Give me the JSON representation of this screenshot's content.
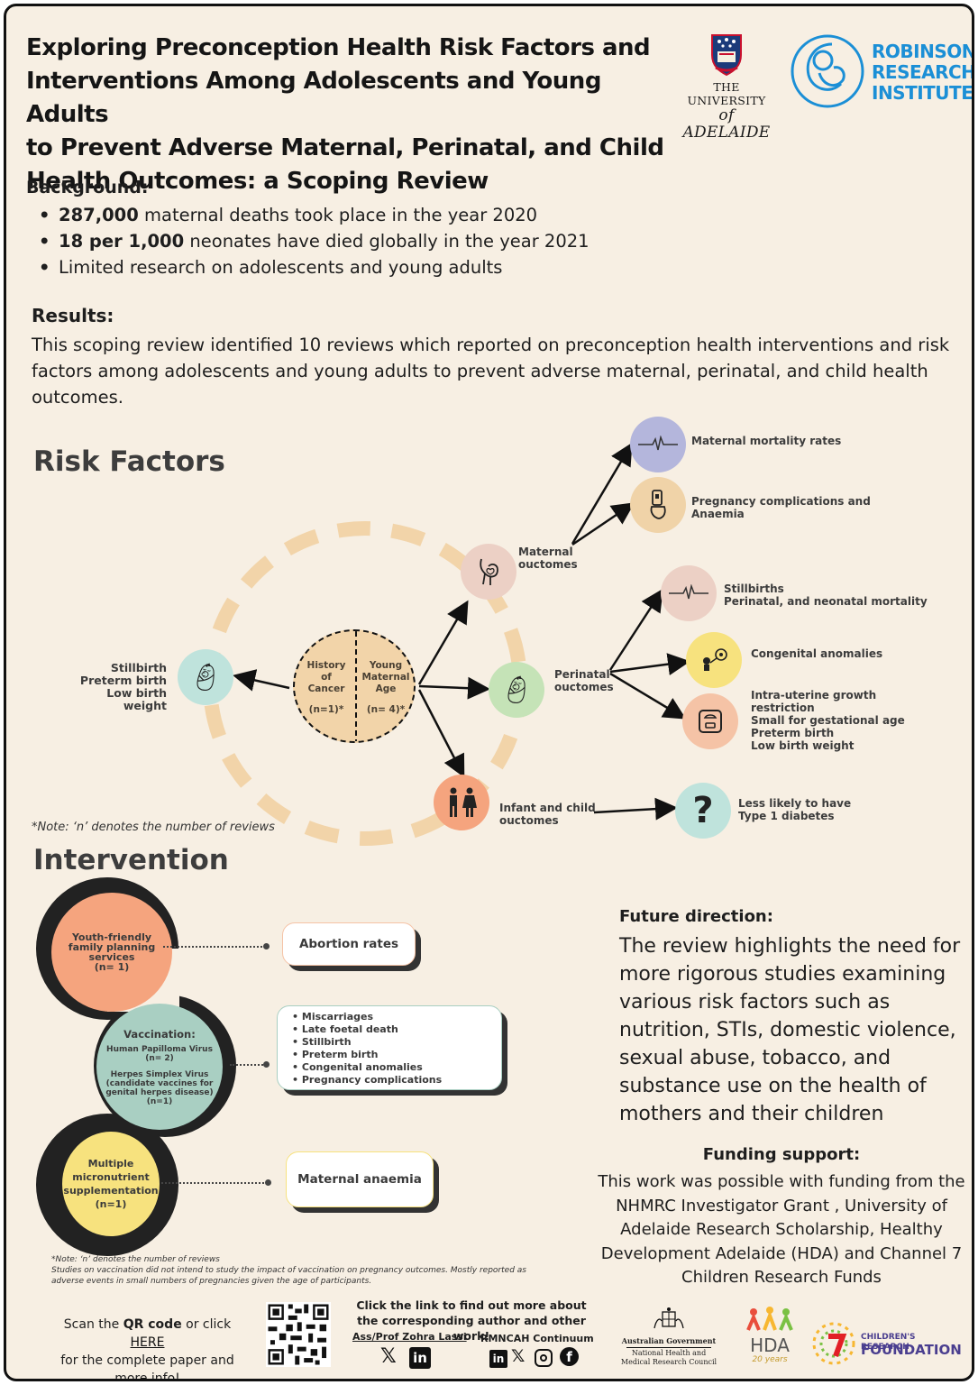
{
  "header": {
    "title_lines": [
      "Exploring Preconception Health Risk Factors and",
      "Interventions Among Adolescents and Young Adults",
      "to Prevent Adverse Maternal, Perinatal, and Child",
      "Health Outcomes: a Scoping Review"
    ],
    "uoa_line1": "THE UNIVERSITY",
    "uoa_line2": "of ADELAIDE",
    "rri_lines": [
      "ROBINSON",
      "RESEARCH",
      "INSTITUTE"
    ]
  },
  "background": {
    "heading": "Background:",
    "items": [
      {
        "bold": "287,000",
        "rest": " maternal deaths took place in the year 2020"
      },
      {
        "bold": "18 per 1,000",
        "rest": " neonates have died globally in the year 2021"
      },
      {
        "bold": "",
        "rest": "Limited research on adolescents and young adults"
      }
    ]
  },
  "results": {
    "heading": "Results:",
    "text": "This scoping review identified 10 reviews which reported on preconception health interventions and risk factors among adolescents and young adults to prevent adverse maternal, perinatal, and child health outcomes."
  },
  "risk": {
    "heading": "Risk Factors",
    "center_left": {
      "line1": "History",
      "line2": "of",
      "line3": "Cancer",
      "n": "(n=1)*"
    },
    "center_right": {
      "line1": "Young",
      "line2": "Maternal",
      "line3": "Age",
      "n": "(n= 4)*"
    },
    "left_outcomes": [
      "Stillbirth",
      "Preterm birth",
      "Low birth weight"
    ],
    "maternal_label": [
      "Maternal",
      "ouctomes"
    ],
    "perinatal_label": [
      "Perinatal",
      "ouctomes"
    ],
    "infant_label": [
      "Infant and child",
      "ouctomes"
    ],
    "maternal_results": [
      {
        "lines": [
          "Maternal mortality rates"
        ],
        "icon": "heartbeat-icon",
        "color": "#b4b6dc"
      },
      {
        "lines": [
          "Pregnancy complications and",
          "Anaemia"
        ],
        "icon": "pregnancy-test-icon",
        "color": "#f0d3a8"
      }
    ],
    "perinatal_results": [
      {
        "lines": [
          "Stillbirths",
          "Perinatal, and neonatal mortality"
        ],
        "icon": "heartbeat-icon",
        "color": "#ecd0c5"
      },
      {
        "lines": [
          "Congenital anomalies"
        ],
        "icon": "baby-anomaly-icon",
        "color": "#f7e27e"
      },
      {
        "lines": [
          "Intra-uterine growth",
          "restriction",
          "Small for gestational age",
          "Preterm birth",
          "Low birth weight"
        ],
        "icon": "scale-icon",
        "color": "#f5c3a6"
      }
    ],
    "infant_results": [
      {
        "lines": [
          "Less likely to have",
          "Type 1 diabetes"
        ],
        "icon": "question-icon",
        "color": "#bfe3dc"
      }
    ],
    "note": "*Note: ‘n’ denotes the number of reviews"
  },
  "intervention": {
    "heading": "Intervention",
    "items": [
      {
        "label_lines": [
          "Youth-friendly",
          "family planning",
          "services",
          "(n= 1)"
        ],
        "color": "#f5a47e",
        "outcome": "Abortion rates"
      },
      {
        "label_title": "Vaccination:",
        "label_lines": [
          "Human Papilloma Virus",
          "(n= 2)",
          "",
          "Herpes Simplex Virus",
          "(candidate vaccines for",
          "genital herpes disease)",
          "(n=1)"
        ],
        "color": "#a9cfc2",
        "outcomes": [
          "Miscarriages",
          "Late foetal death",
          "Stillbirth",
          "Preterm birth",
          "Congenital anomalies",
          "Pregnancy complications"
        ]
      },
      {
        "label_lines": [
          "Multiple",
          "micronutrient",
          "supplementation",
          "(n=1)"
        ],
        "color": "#f7e27e",
        "outcome": "Maternal anaemia"
      }
    ],
    "note_lines": [
      "*Note: ‘n’ denotes the number of reviews",
      "Studies on vaccination did not intend to study the impact of vaccination on pregnancy outcomes. Mostly reported as adverse events in small numbers of pregnancies given the age of participants."
    ]
  },
  "future": {
    "heading": "Future direction:",
    "text": "The review highlights the need for more rigorous studies examining various risk factors such as nutrition, STIs, domestic violence, sexual abuse, tobacco, and substance use on the health of mothers and their children"
  },
  "funding": {
    "heading": "Funding support:",
    "text": "This work was possible with funding from the NHMRC Investigator Grant , University of Adelaide Research Scholarship, Healthy Development Adelaide (HDA) and Channel 7 Children Research Funds"
  },
  "footer": {
    "scan_pre": "Scan the ",
    "scan_qr": "QR code",
    "scan_mid": " or click ",
    "scan_here": "HERE",
    "scan_post": "for the complete paper and more info!",
    "click_more": "Click the link to find out more about the corresponding author and other work!",
    "author": "Ass/Prof Zohra Lassi",
    "rmncah": "RMNCAH Continuum",
    "gov_line1": "Australian Government",
    "gov_line2": "National Health and",
    "gov_line3": "Medical Research Council",
    "hda": "HDA",
    "hda_years": "20 years",
    "crf_line1": "CHILDREN'S RESEARCH",
    "crf_line2": "FOUNDATION"
  }
}
